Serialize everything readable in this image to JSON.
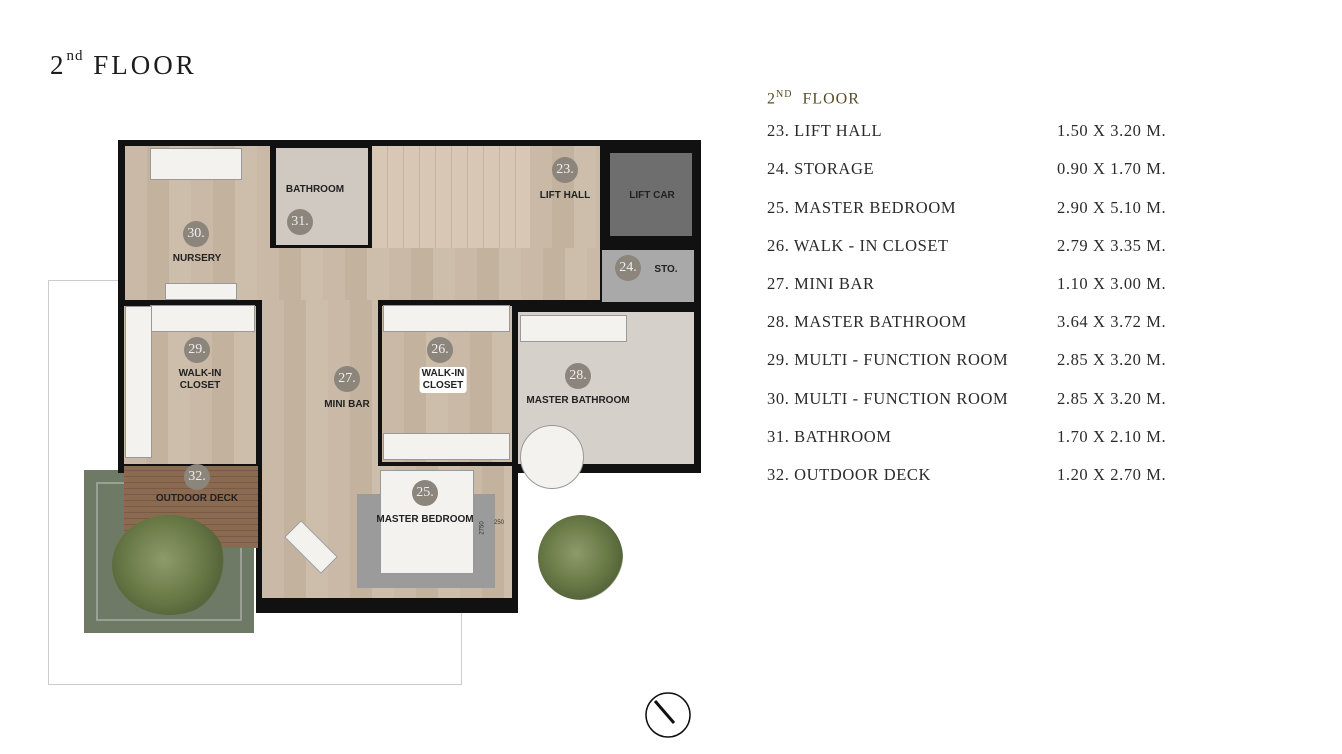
{
  "title": {
    "prefix": "2",
    "sup": "nd",
    "text": "FLOOR"
  },
  "legend": {
    "header": {
      "prefix": "2",
      "sup": "ND",
      "text": "FLOOR"
    },
    "rows": [
      {
        "name": "23. LIFT HALL",
        "dim": "1.50 X 3.20 M."
      },
      {
        "name": "24. STORAGE",
        "dim": "0.90 X 1.70 M."
      },
      {
        "name": "25. MASTER BEDROOM",
        "dim": "2.90 X 5.10 M."
      },
      {
        "name": "26. WALK - IN CLOSET",
        "dim": "2.79 X 3.35 M."
      },
      {
        "name": "27. MINI BAR",
        "dim": "1.10 X 3.00 M."
      },
      {
        "name": "28. MASTER BATHROOM",
        "dim": "3.64 X 3.72 M."
      },
      {
        "name": "29. MULTI - FUNCTION ROOM",
        "dim": "2.85 X 3.20 M."
      },
      {
        "name": "30. MULTI - FUNCTION ROOM",
        "dim": "2.85 X 3.20 M."
      },
      {
        "name": "31. BATHROOM",
        "dim": "1.70 X 2.10 M."
      },
      {
        "name": "32. OUTDOOR DECK",
        "dim": "1.20 X 2.70 M."
      }
    ]
  },
  "plan": {
    "rooms": {
      "lift_hall": {
        "num": "23.",
        "label": "LIFT HALL"
      },
      "lift_car": {
        "label": "LIFT CAR"
      },
      "storage": {
        "num": "24.",
        "label": "STO."
      },
      "master_bedroom": {
        "num": "25.",
        "label": "MASTER BEDROOM"
      },
      "closet_26": {
        "num": "26.",
        "label1": "WALK-IN",
        "label2": "CLOSET"
      },
      "mini_bar": {
        "num": "27.",
        "label": "MINI BAR"
      },
      "master_bathroom": {
        "num": "28.",
        "label": "MASTER BATHROOM"
      },
      "closet_29": {
        "num": "29.",
        "label1": "WALK-IN",
        "label2": "CLOSET"
      },
      "nursery": {
        "num": "30.",
        "label": "NURSERY"
      },
      "bathroom": {
        "num": "31.",
        "label": "BATHROOM"
      },
      "deck": {
        "num": "32.",
        "label": "OUTDOOR DECK"
      }
    },
    "dimensions": {
      "bed_length": "2750",
      "bed_gap": "250"
    },
    "colors": {
      "floor": "#c9b9a6",
      "wall": "#111111",
      "lift_car": "#6e6e6e",
      "storage": "#a9a9a9",
      "grass": "#6f7a66",
      "deck": "#8b6a52",
      "badge": "#8c857c",
      "legend_header": "#5a4d2a"
    }
  },
  "compass": {
    "icon": "north-arrow-icon"
  }
}
